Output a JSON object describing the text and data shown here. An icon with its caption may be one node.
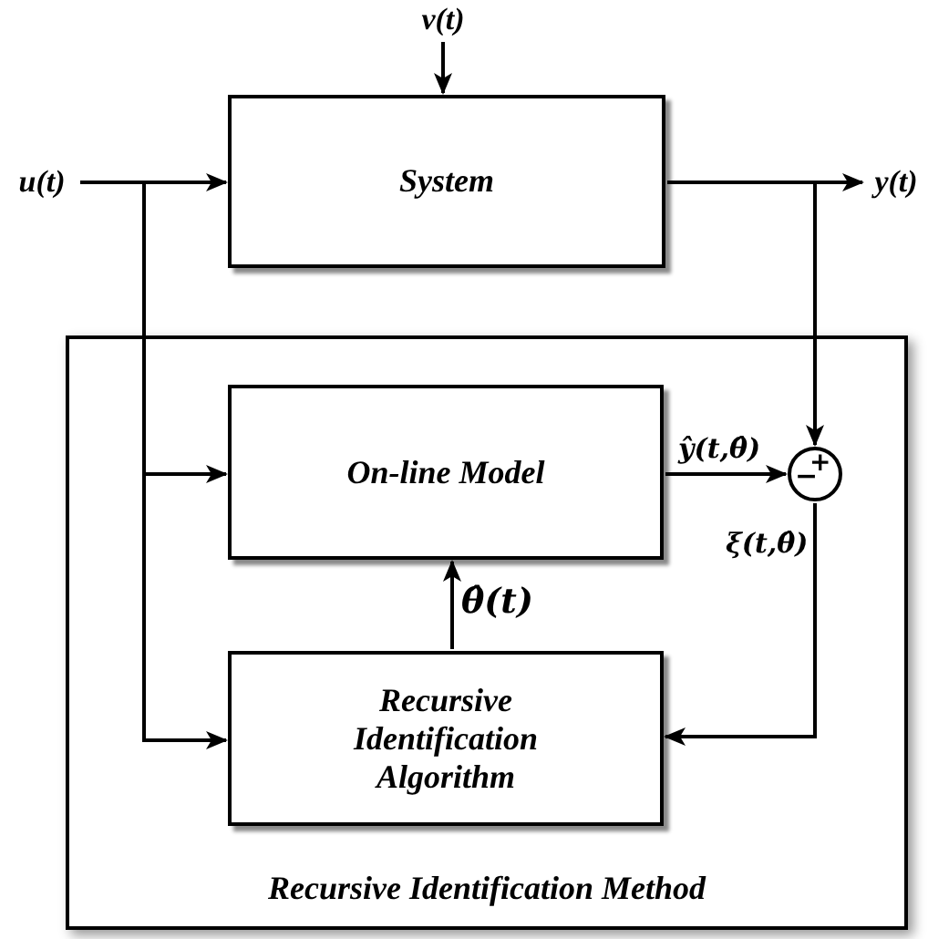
{
  "diagram": {
    "nodes": [
      {
        "text": [
          "u(t)"
        ]
      },
      {
        "text": [
          "v(t)"
        ]
      },
      {
        "text": [
          "System"
        ]
      },
      {
        "text": [
          "y(t)"
        ]
      },
      {
        "text": [
          "Recursive Identification Method"
        ]
      },
      {
        "text": [
          "On-line Model"
        ],
        "in": 4
      },
      {
        "text": [
          "+",
          "−"
        ],
        "in": 4
      },
      {
        "text": [
          "Recursive Identification Algorithm"
        ],
        "in": 4
      }
    ],
    "edges": [
      {
        "from": 0,
        "to": 2,
        "arrow": "to"
      },
      {
        "from": 1,
        "to": 2,
        "arrow": "to"
      },
      {
        "from": 2,
        "to": 3,
        "arrow": "to"
      },
      {
        "from": 0,
        "to": 5,
        "arrow": "to"
      },
      {
        "from": 0,
        "to": 7,
        "arrow": "to"
      },
      {
        "from": 2,
        "to": 6,
        "arrow": "to"
      },
      {
        "from": 5,
        "to": 6,
        "arrow": "to",
        "label": "ŷ(t,θ̂)"
      },
      {
        "from": 6,
        "to": 7,
        "arrow": "to",
        "label": "ξ(t,θ̂)"
      },
      {
        "from": 7,
        "to": 5,
        "arrow": "to",
        "label": "θ̂(t)"
      }
    ]
  }
}
